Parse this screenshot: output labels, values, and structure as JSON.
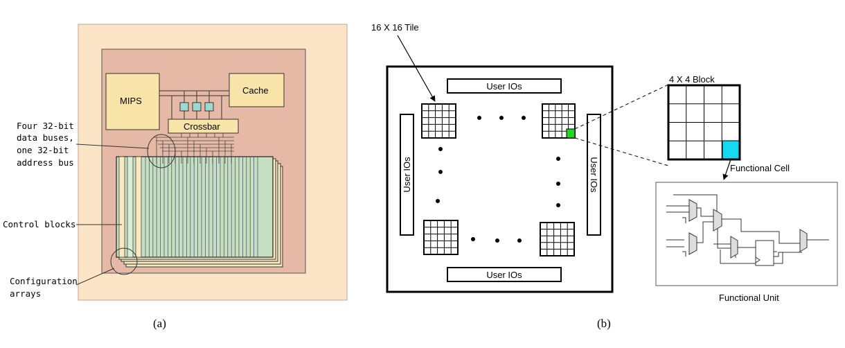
{
  "figure_a": {
    "caption": "(a)",
    "blocks": {
      "mips": "MIPS",
      "cache": "Cache",
      "crossbar": "Crossbar"
    },
    "labels": {
      "buses_line1": "Four 32-bit",
      "buses_line2": "data buses,",
      "buses_line3": "one 32-bit",
      "buses_line4": "address bus",
      "control_blocks": "Control blocks",
      "config_line1": "Configuration",
      "config_line2": "arrays"
    },
    "colors": {
      "outer_die": "#fbe5c6",
      "inner_core": "#e6b9a6",
      "block": "#f8e3a8",
      "buffer": "#9fd8d0",
      "array_green": "#c5dfc2",
      "array_stripe": "#daeed3",
      "layer": "#fbe9c0"
    }
  },
  "figure_b": {
    "caption": "(b)",
    "tile_label": "16 X 16 Tile",
    "block_label": "4 X 4 Block",
    "cell_label": "Functional Cell",
    "unit_label": "Functional Unit",
    "io_top": "User IOs",
    "io_bottom": "User IOs",
    "io_left": "User IOs",
    "io_right": "User IOs",
    "colors": {
      "highlight_cell": "#22d622",
      "functional_cell": "#16d9f0"
    }
  }
}
